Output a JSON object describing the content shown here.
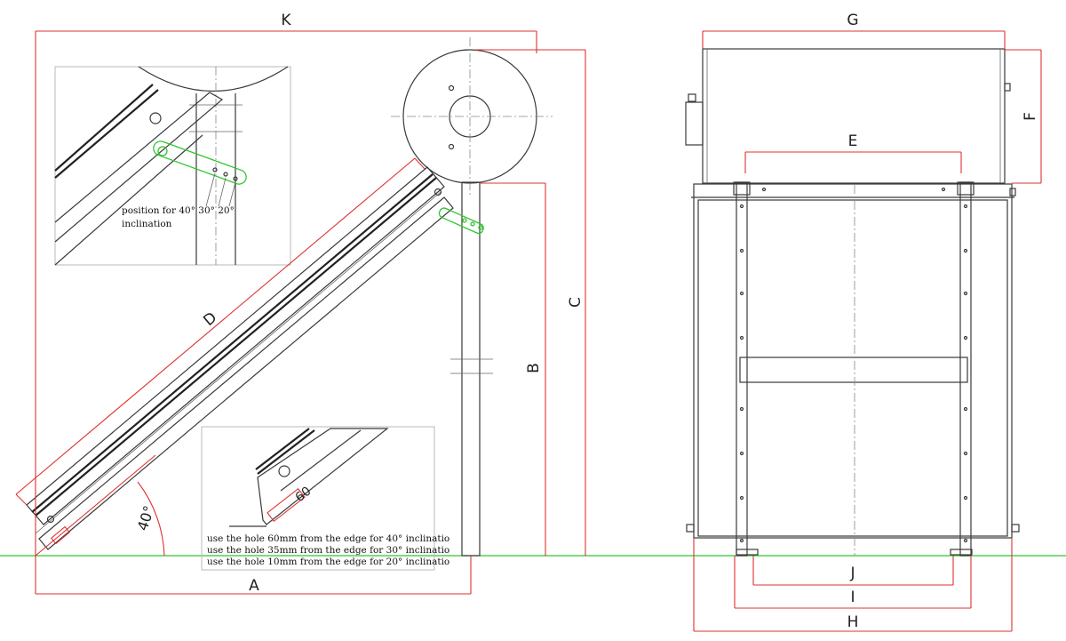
{
  "dimensions": {
    "A": "A",
    "B": "B",
    "C": "C",
    "D": "D",
    "E": "E",
    "F": "F",
    "G": "G",
    "H": "H",
    "I": "I",
    "J": "J",
    "K": "K"
  },
  "angle_label": "40°",
  "detail_top": {
    "position_line1": "position for 40° 30° 20°",
    "position_line2": "inclination"
  },
  "detail_bottom": {
    "hole_label": "60",
    "notes": [
      "use the hole 60mm from the edge for 40° inclinatio",
      "use the hole 35mm from the edge for 30° inclinatio",
      "use the hole 10mm from the edge for 20° inclinatio"
    ]
  },
  "colors": {
    "dimension_line": "#e03030",
    "ground_line": "#2ec52e",
    "drawing_line": "#3a3a3a"
  }
}
